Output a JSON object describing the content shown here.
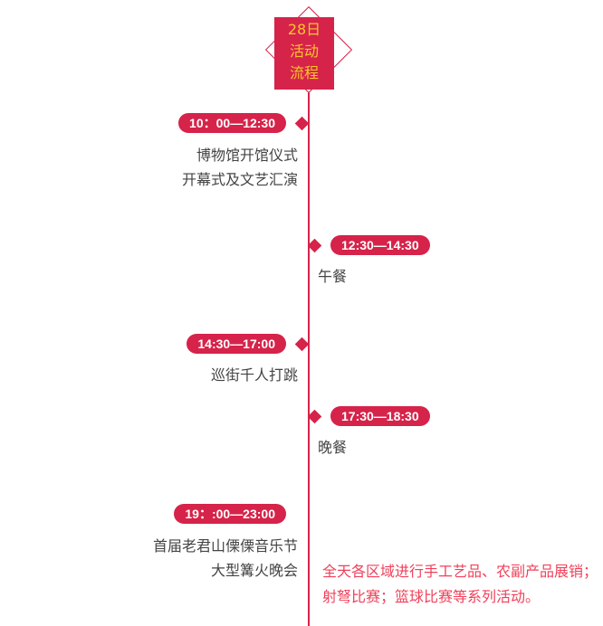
{
  "header": {
    "lines": [
      "28日",
      "活动",
      "流程"
    ]
  },
  "events": [
    {
      "time": "10：00—12:30",
      "desc": [
        "博物馆开馆仪式",
        "开幕式及文艺汇演"
      ]
    },
    {
      "time": "12:30—14:30",
      "desc": [
        "午餐"
      ]
    },
    {
      "time": "14:30—17:00",
      "desc": [
        "巡街千人打跳"
      ]
    },
    {
      "time": "17:30—18:30",
      "desc": [
        "晚餐"
      ]
    },
    {
      "time": "19：:00—23:00",
      "desc": [
        "首届老君山傈傈音乐节",
        "大型篝火晚会"
      ]
    }
  ],
  "note": "全天各区域进行手工艺品、农副产品展销；射弩比赛；篮球比赛等系列活动。",
  "colors": {
    "accent": "#d6234a",
    "title": "#f7c52a",
    "note": "#f0405a"
  }
}
